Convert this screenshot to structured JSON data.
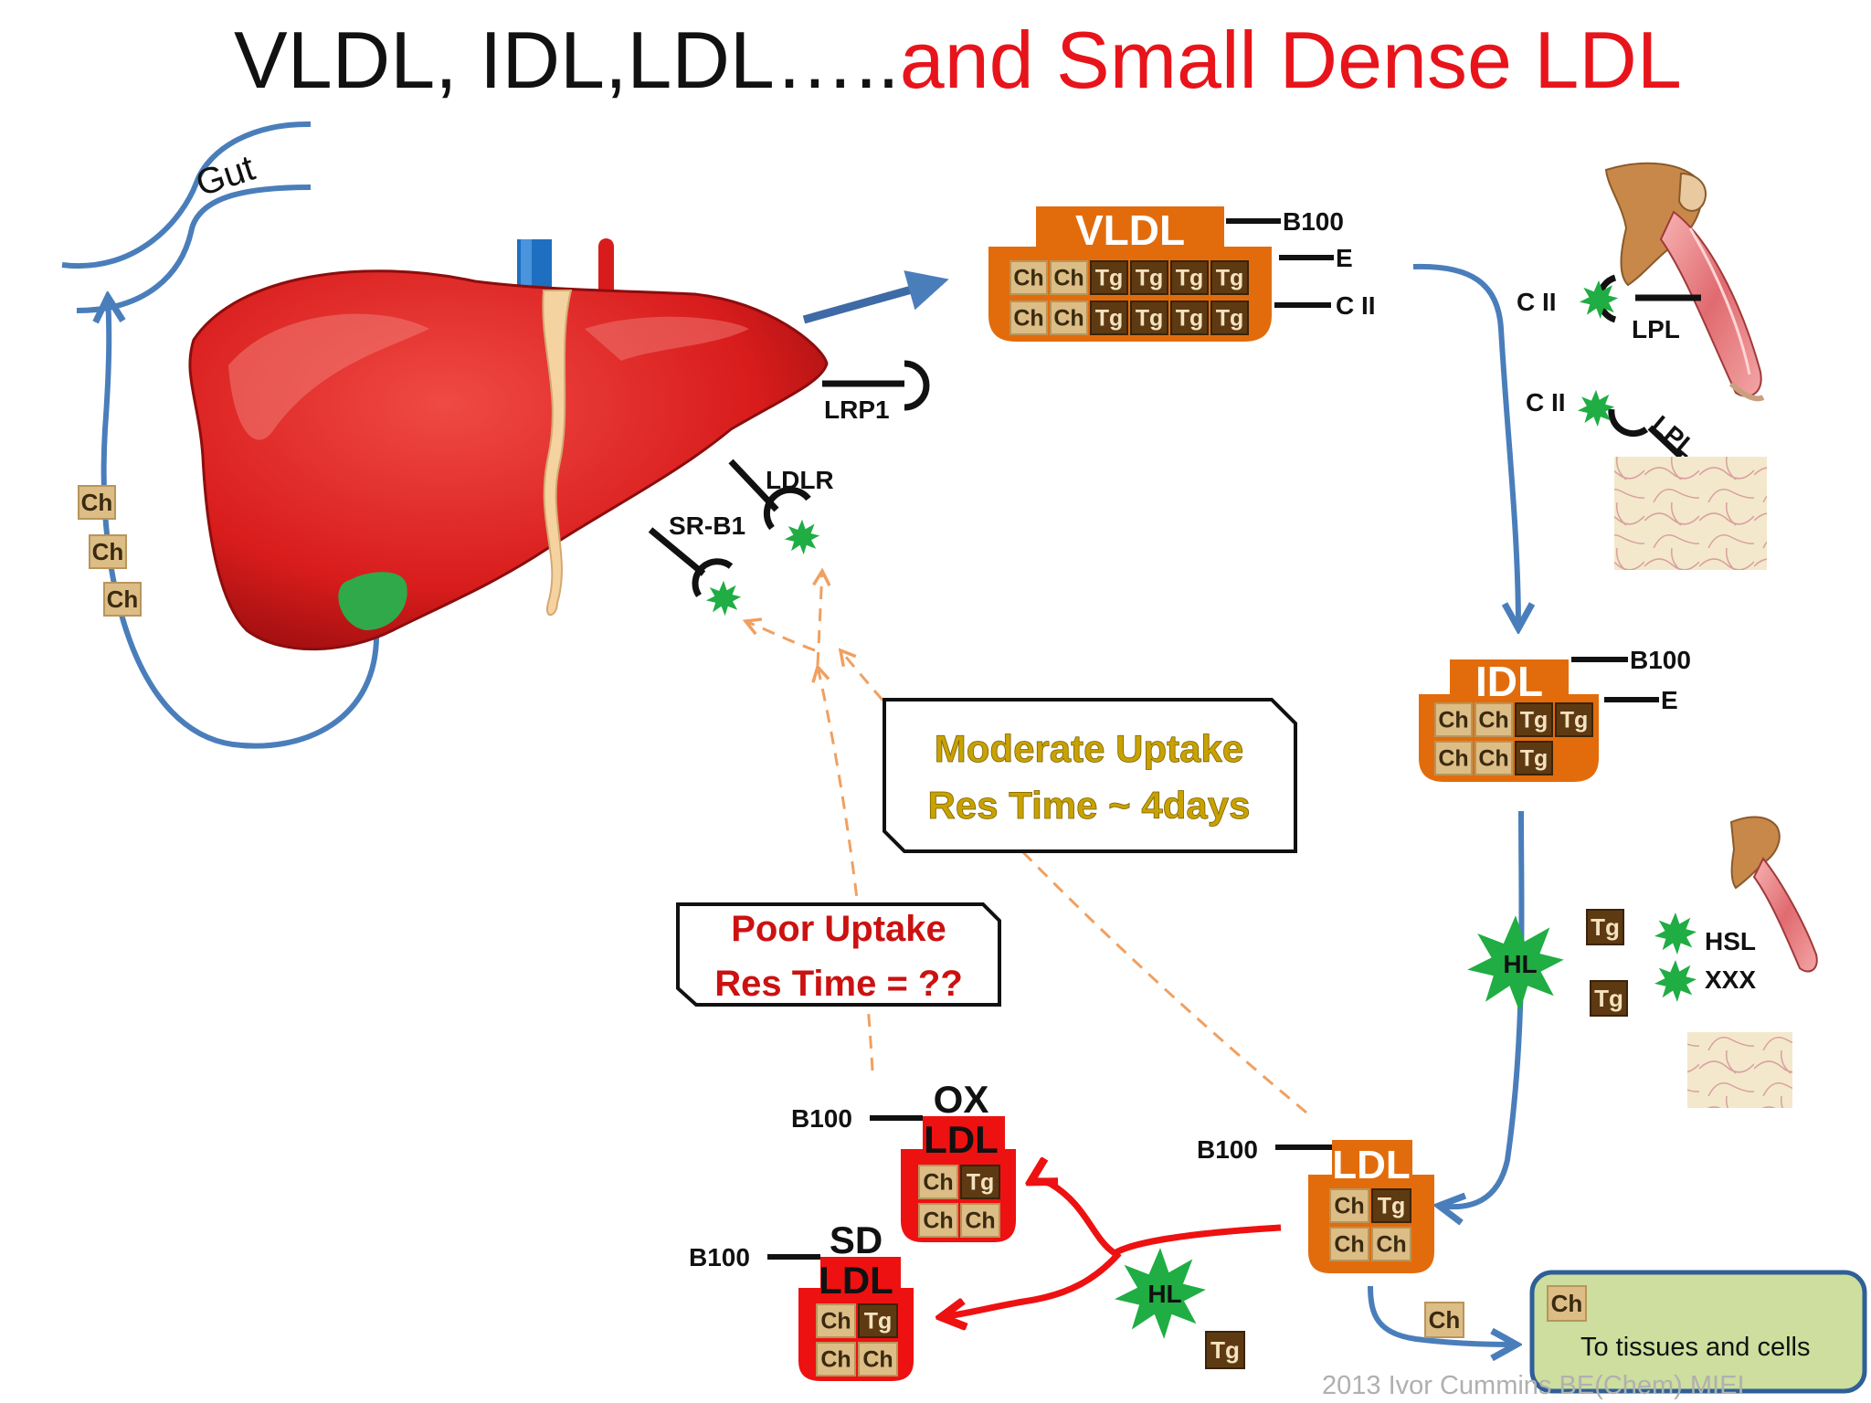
{
  "title": {
    "part1": "VLDL, IDL,LDL…..",
    "part2": "and Small Dense LDL"
  },
  "colors": {
    "accent_red": "#e8141b",
    "lipoprotein_orange": "#e26c0c",
    "modified_ldl_red": "#ee1111",
    "pathway_blue": "#4a7ebb",
    "enzyme_green": "#1fad44",
    "uptake_orange": "#f0a060",
    "chip_cholesterol": "#dcbd86",
    "chip_triglyceride": "#5e3a12",
    "moderate_uptake_gold": "#c9a200",
    "poor_uptake_red": "#cc1111",
    "tissues_box_fill": "#cdde9e"
  },
  "labels": {
    "gut": "Gut",
    "lrp1": "LRP1",
    "ldlr": "LDLR",
    "srb1": "SR-B1",
    "b100": "B100",
    "e": "E",
    "cii": "C II",
    "lpl": "LPL",
    "hsl": "HSL",
    "xxx": "XXX",
    "hl": "HL",
    "ox": "OX",
    "sd": "SD",
    "ch": "Ch",
    "tg": "Tg"
  },
  "particles": {
    "vldl": "VLDL",
    "idl": "IDL",
    "ldl": "LDL"
  },
  "callouts": {
    "moderate": {
      "line1": "Moderate Uptake",
      "line2": "Res Time ~ 4days"
    },
    "poor": {
      "line1": "Poor Uptake",
      "line2": "Res Time = ??"
    }
  },
  "tissues": {
    "chip": "Ch",
    "text": "To tissues and cells"
  },
  "credit": "2013 Ivor Cummins BE(Chem) MIEI",
  "icons": [
    "liver-icon",
    "gut-icon",
    "muscle-arm-icon",
    "adipose-tissue-icon",
    "enzyme-burst-icon",
    "receptor-icon"
  ]
}
